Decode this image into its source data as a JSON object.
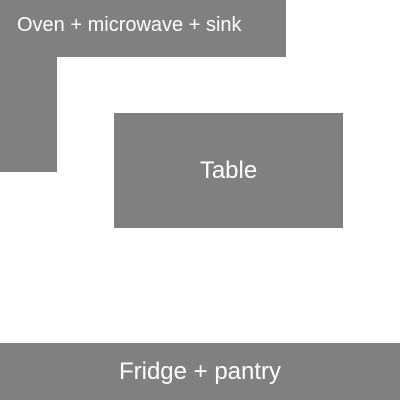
{
  "colors": {
    "background": "#ffffff",
    "block_fill": "#808080",
    "label_text": "#ffffff"
  },
  "zones": {
    "counter": {
      "label": "Oven + microwave + sink"
    },
    "table": {
      "label": "Table"
    },
    "fridge": {
      "label": "Fridge + pantry"
    }
  }
}
